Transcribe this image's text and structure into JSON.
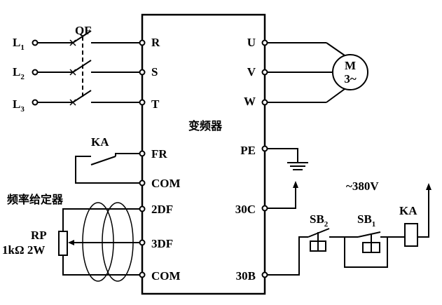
{
  "inverter": {
    "title": "变频器",
    "left_terminals": [
      "R",
      "S",
      "T",
      "FR",
      "COM",
      "2DF",
      "3DF",
      "COM"
    ],
    "right_terminals": [
      "U",
      "V",
      "W",
      "PE",
      "30C",
      "30B"
    ]
  },
  "supply": {
    "lines": [
      {
        "letter": "L",
        "sub": "1"
      },
      {
        "letter": "L",
        "sub": "2"
      },
      {
        "letter": "L",
        "sub": "3"
      }
    ],
    "breaker": "QF"
  },
  "motor": {
    "name": "M",
    "spec": "3~"
  },
  "relay_contact": "KA",
  "freq_setter": {
    "title": "频率给定器",
    "name": "RP",
    "rating": "1kΩ 2W"
  },
  "control": {
    "voltage": "~380V",
    "sb2": {
      "letter": "SB",
      "sub": "2"
    },
    "sb1": {
      "letter": "SB",
      "sub": "1"
    },
    "coil": "KA"
  }
}
